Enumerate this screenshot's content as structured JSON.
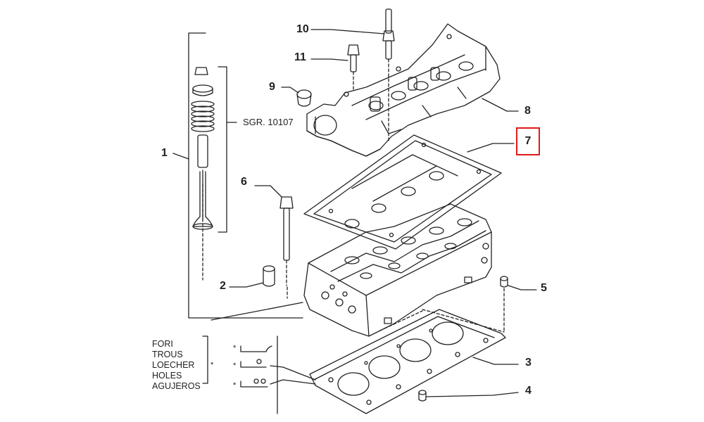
{
  "callouts": {
    "p1": "1",
    "p2": "2",
    "p3": "3",
    "p4": "4",
    "p5": "5",
    "p6": "6",
    "p7": "7",
    "p8": "8",
    "p9": "9",
    "p10": "10",
    "p11": "11"
  },
  "selected_callout": "7",
  "group_ref": "SGR. 10107",
  "holes_legend": {
    "words": [
      "FORI",
      "TROUS",
      "LOECHER",
      "HOLES",
      "AGUJEROS"
    ],
    "star": "*",
    "marker": "*"
  },
  "colors": {
    "line": "#222222",
    "highlight": "#e0191b"
  }
}
